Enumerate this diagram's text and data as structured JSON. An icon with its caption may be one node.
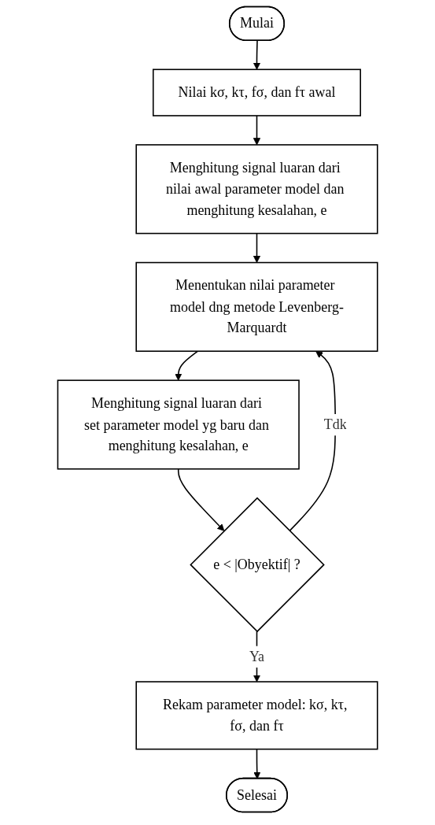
{
  "diagram": {
    "nodes": [
      {
        "text": [
          "Mulai"
        ]
      },
      {
        "text": [
          "Nilai kσ, kτ, fσ, dan fτ awal"
        ]
      },
      {
        "text": [
          "Menghitung signal luaran dari nilai awal parameter model dan menghitung kesalahan, e"
        ]
      },
      {
        "text": [
          "Menentukan nilai parameter model dng metode Levenberg-Marquardt"
        ]
      },
      {
        "text": [
          "Menghitung signal luaran dari set parameter model yg baru dan menghitung kesalahan, e"
        ]
      },
      {
        "text": [
          "e < |Obyektif| ?"
        ]
      },
      {
        "text": [
          "Rekam parameter model: kσ, kτ, fσ, dan fτ"
        ]
      },
      {
        "text": [
          "Selesai"
        ]
      }
    ],
    "edges": [
      {
        "from": 0,
        "to": 1,
        "arrow": "to"
      },
      {
        "from": 1,
        "to": 2,
        "arrow": "to"
      },
      {
        "from": 2,
        "to": 3,
        "arrow": "to"
      },
      {
        "from": 3,
        "to": 4,
        "arrow": "to"
      },
      {
        "from": 4,
        "to": 5,
        "arrow": "to"
      },
      {
        "from": 5,
        "to": 3,
        "arrow": "to",
        "label": "Tdk"
      },
      {
        "from": 5,
        "to": 6,
        "arrow": "to",
        "label": "Ya"
      },
      {
        "from": 6,
        "to": 7,
        "arrow": "to"
      }
    ]
  }
}
